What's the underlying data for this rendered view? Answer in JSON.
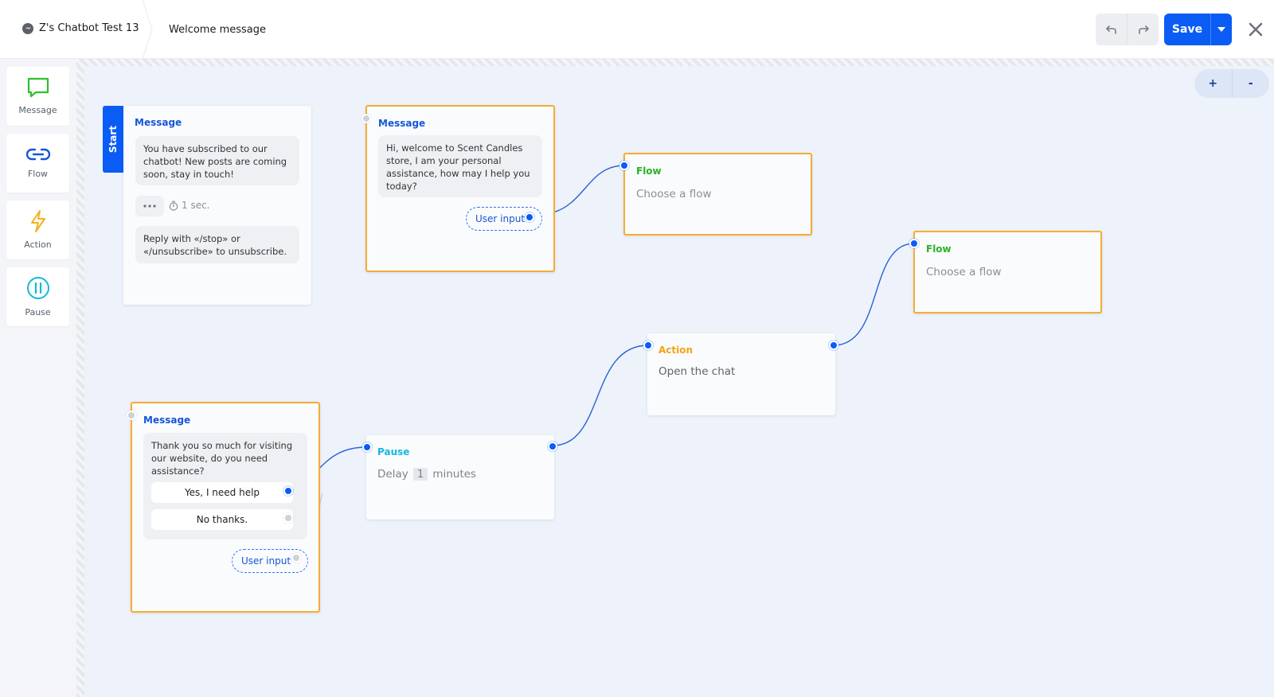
{
  "header": {
    "bot_name": "Z's Chatbot Test 13",
    "page_title": "Welcome message",
    "save_label": "Save"
  },
  "sidebar": {
    "items": [
      {
        "label": "Message",
        "icon": "message-icon",
        "color": "#2fbf2f"
      },
      {
        "label": "Flow",
        "icon": "link-icon",
        "color": "#1656d8"
      },
      {
        "label": "Action",
        "icon": "lightning-icon",
        "color": "#f3b21c"
      },
      {
        "label": "Pause",
        "icon": "pause-icon",
        "color": "#14b9dd"
      }
    ]
  },
  "zoom": {
    "in": "+",
    "out": "-"
  },
  "colors": {
    "accent": "#0a5cf5",
    "selected_border": "#f6ac33",
    "canvas": "#eef2fa"
  },
  "nodes": {
    "start": {
      "tab": "Start",
      "title": "Message",
      "text1": "You have subscribed to our chatbot! New posts are coming soon, stay in touch!",
      "typing_delay": "1 sec.",
      "text2": "Reply with «/stop» or «/unsubscribe» to unsubscribe."
    },
    "welcome": {
      "title": "Message",
      "text": "Hi, welcome to Scent Candles store, I am your personal assistance, how may I help you today?",
      "user_input": "User input"
    },
    "flow1": {
      "title": "Flow",
      "placeholder": "Choose a flow"
    },
    "flow2": {
      "title": "Flow",
      "placeholder": "Choose a flow"
    },
    "action": {
      "title": "Action",
      "text": "Open the chat"
    },
    "pause": {
      "title": "Pause",
      "delay_label": "Delay",
      "delay_value": "1",
      "unit": "minutes"
    },
    "thanks": {
      "title": "Message",
      "text": "Thank you so much for visiting our website, do you need assistance?",
      "buttons": [
        "Yes, I need help",
        "No thanks."
      ],
      "user_input": "User input"
    }
  }
}
